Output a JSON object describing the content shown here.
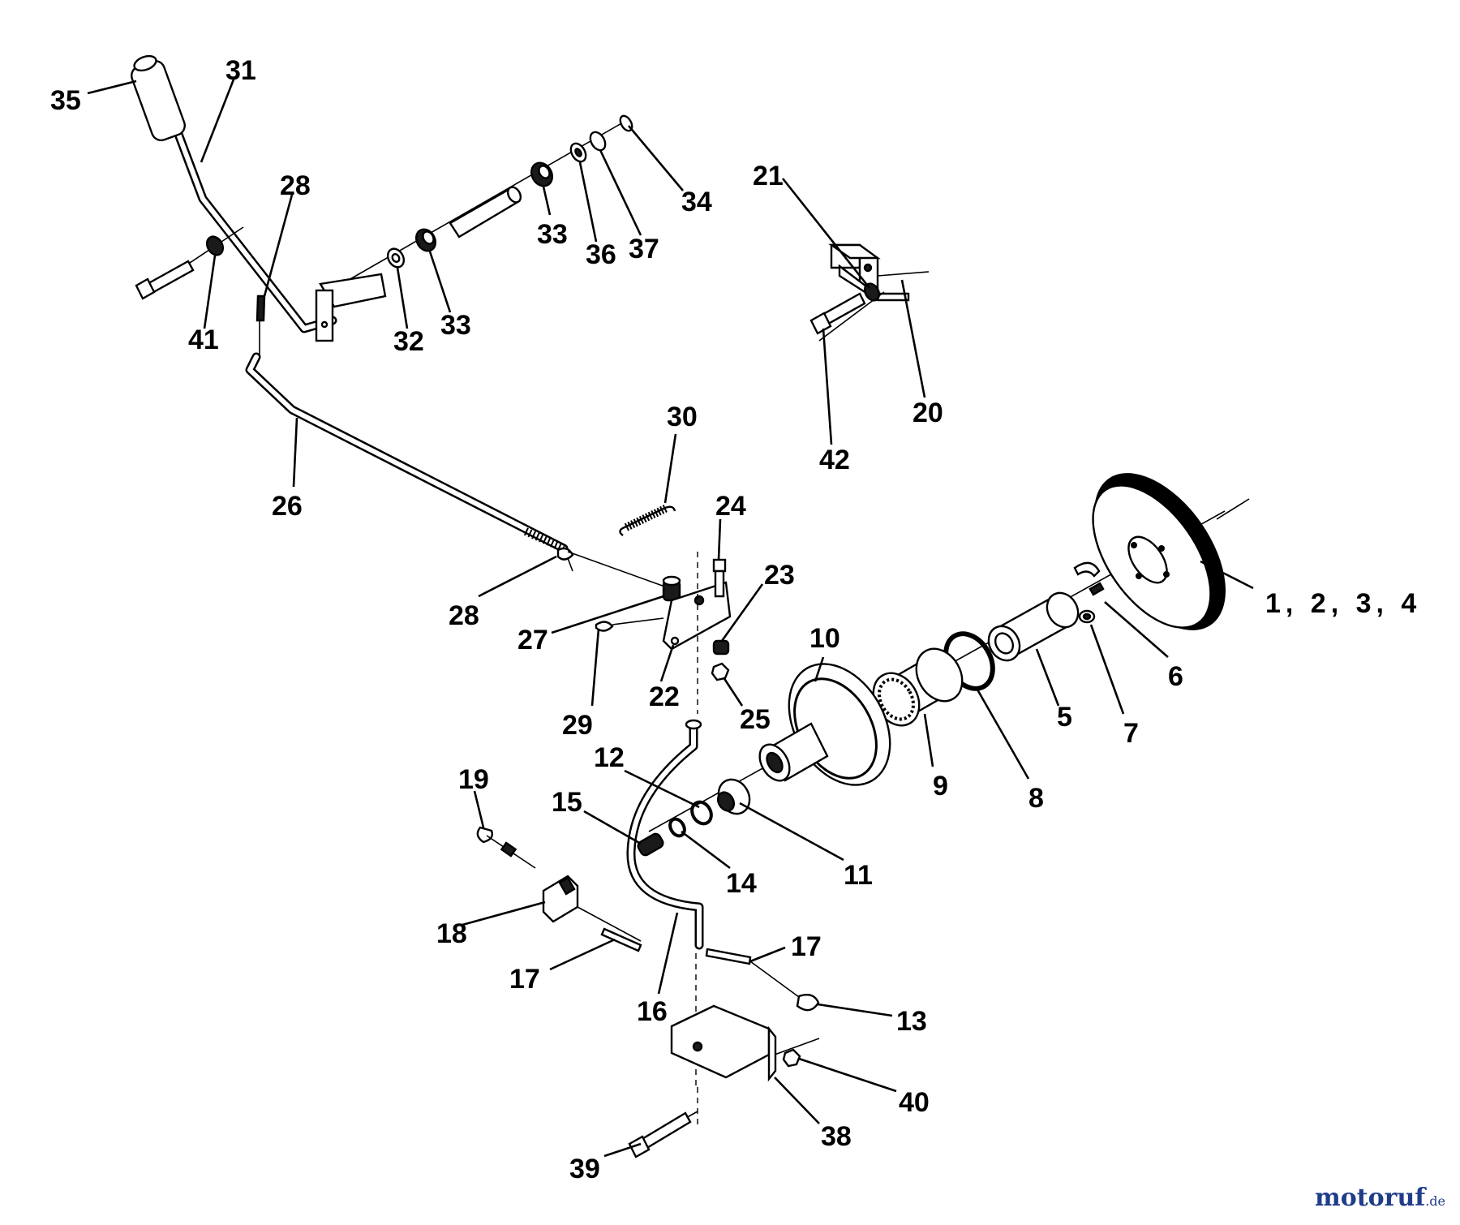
{
  "diagram": {
    "labels": {
      "l1_4": "1, 2, 3, 4",
      "l5": "5",
      "l6": "6",
      "l7": "7",
      "l8": "8",
      "l9": "9",
      "l10": "10",
      "l11": "11",
      "l12": "12",
      "l13": "13",
      "l14": "14",
      "l15": "15",
      "l16": "16",
      "l17a": "17",
      "l17b": "17",
      "l18": "18",
      "l19": "19",
      "l20": "20",
      "l21": "21",
      "l22": "22",
      "l23": "23",
      "l24": "24",
      "l25": "25",
      "l26": "26",
      "l27": "27",
      "l28a": "28",
      "l28b": "28",
      "l29": "29",
      "l30": "30",
      "l31": "31",
      "l32": "32",
      "l33a": "33",
      "l33b": "33",
      "l34": "34",
      "l35": "35",
      "l36": "36",
      "l37": "37",
      "l38": "38",
      "l39": "39",
      "l40": "40",
      "l41": "41",
      "l42": "42"
    }
  },
  "watermark": {
    "main": "motoruf",
    "tld": ".de",
    "color": "#1f3d8a"
  }
}
